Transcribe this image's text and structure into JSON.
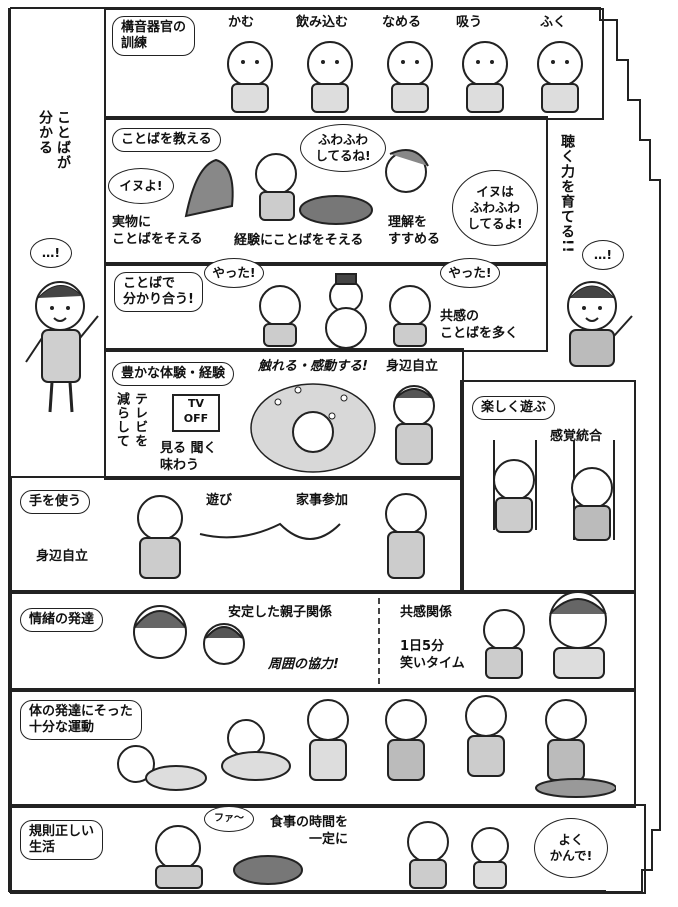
{
  "colors": {
    "line": "#222222",
    "ink": "#111111",
    "shade": "#d8d8d8"
  },
  "left_column": {
    "vertical_label": "ことばが\n分かる",
    "bubble": "…!"
  },
  "right_column": {
    "vertical_label": "聴く力を育てる!!",
    "bubble": "…!"
  },
  "row_articulation": {
    "tag": "構音器官の\n訓練",
    "actions": [
      "かむ",
      "飲み込む",
      "なめる",
      "吸う",
      "ふく"
    ]
  },
  "row_teach": {
    "tag": "ことばを教える",
    "bubble_dog": "イヌよ!",
    "bubble_fluffy": "ふわふわ\nしてるね!",
    "bubble_inu": "イヌは\nふわふわ\nしてるよ!",
    "caption_real": "実物に\nことばをそえる",
    "caption_experience": "経験にことばをそえる",
    "caption_understand": "理解を\nすすめる"
  },
  "row_share": {
    "tag": "ことばで\n分かり合う!",
    "bubble_left": "やった!",
    "bubble_right": "やった!",
    "caption": "共感の\nことばを多く"
  },
  "row_rich": {
    "tag": "豊かな体験・経験",
    "tv_sign": "TV\nOFF",
    "reduce_tv": "テレビを\n減らして",
    "see_hear": "見る 聞く\n味わう",
    "touch_move": "触れる・感動する!",
    "self_care": "身辺自立"
  },
  "row_play": {
    "tag": "楽しく遊ぶ",
    "caption": "感覚統合"
  },
  "row_hands": {
    "tag": "手を使う",
    "self_care": "身辺自立",
    "play": "遊び",
    "chores": "家事参加"
  },
  "row_emotion": {
    "tag": "情緒の発達",
    "stable": "安定した親子関係",
    "cooperation": "周囲の協力!",
    "empathy": "共感関係",
    "laugh_time": "1日5分\n笑いタイム"
  },
  "row_body": {
    "tag": "体の発達にそった\n十分な運動"
  },
  "row_life": {
    "tag": "規則正しい\n生活",
    "yawn": "ファ〜",
    "meal_time": "食事の時間を\n一定に",
    "chew": "よく\nかんで!"
  }
}
